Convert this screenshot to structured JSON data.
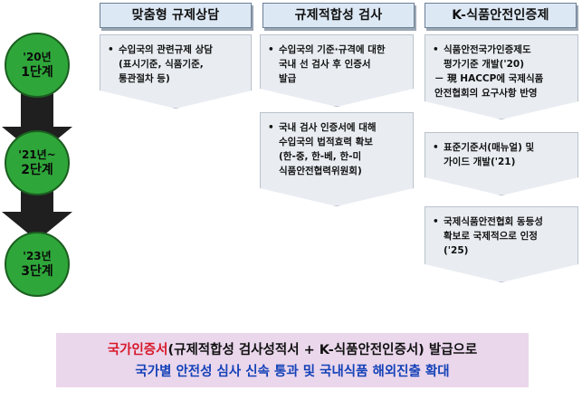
{
  "columns": [
    {
      "header": "맞춤형 규제상담"
    },
    {
      "header": "규제적합성 검사"
    },
    {
      "header": "K-식품안전인증제"
    }
  ],
  "cards": {
    "c1": {
      "bullet": "•",
      "text": "수입국의 관련규제 상담\n(표시기준, 식품기준,\n통관절차 등)"
    },
    "c2a": {
      "bullet": "•",
      "text": "수입국의 기준·규격에 대한\n국내 선 검사 후  인증서\n발급"
    },
    "c2b": {
      "bullet": "•",
      "text": "국내 검사 인증서에 대해\n수입국의 법적효력 확보\n(한-중, 한-베, 한-미\n식품안전협력위원회)"
    },
    "c3a": {
      "bullet": "•",
      "text": "식품안전국가인증제도\n평가기준 개발('20)",
      "sub": "－ 現 HACCP에 국제식품\n안전협회의 요구사항 반영"
    },
    "c3b": {
      "bullet": "•",
      "text": "표준기준서(매뉴얼) 및\n가이드 개발('21)"
    },
    "c3c": {
      "bullet": "•",
      "text": "국제식품안전협회 동등성\n확보로 국제적으로 인정\n('25)"
    }
  },
  "stages": [
    {
      "year": "'20년",
      "label": "1단계"
    },
    {
      "year": "'21년~",
      "label": "2단계"
    },
    {
      "year": "'23년",
      "label": "3단계"
    }
  ],
  "banner": {
    "line1_highlight": "국가인증서",
    "line1_rest": "(규제적합성 검사성적서 + K-식품안전인증서) 발급으로",
    "line2": "국가별 안전성 심사 신속 통과 및 국내식품 해외진출 확대"
  },
  "colors": {
    "header_bg": "#dce8f4",
    "card_bg": "#e9edf2",
    "stage_green": "#2fa63a",
    "arrow_dark": "#1f1f1f",
    "banner_bg": "#ead7ec",
    "highlight_red": "#d7182a",
    "banner_blue": "#1542b8"
  }
}
